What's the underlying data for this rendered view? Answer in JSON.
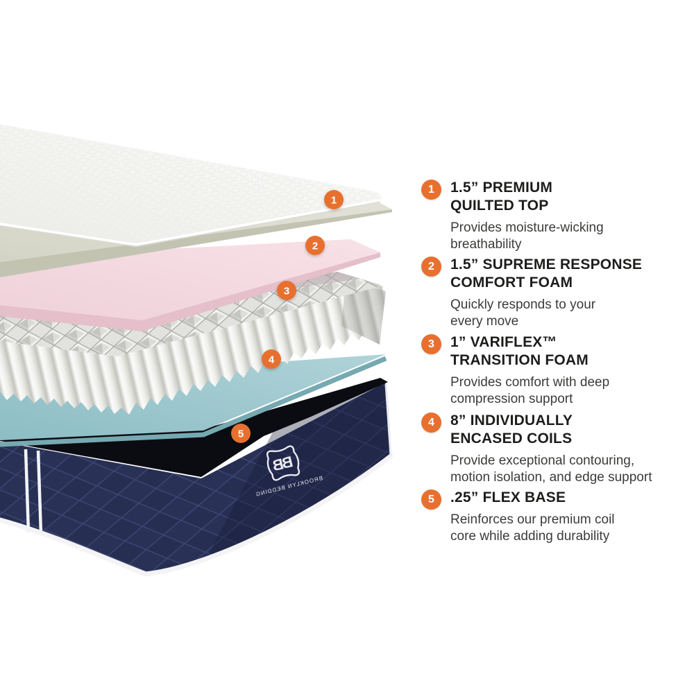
{
  "page": {
    "background_color": "#FFFFFF"
  },
  "legend": {
    "badge_color": "#E8702F",
    "items": [
      {
        "number": "1",
        "title": "1.5” PREMIUM\nQUILTED TOP",
        "description": "Provides moisture-wicking\nbreathability"
      },
      {
        "number": "2",
        "title": "1.5” SUPREME RESPONSE\nCOMFORT FOAM",
        "description": "Quickly responds to your\nevery move"
      },
      {
        "number": "3",
        "title": "1” VARIFLEX™\nTRANSITION FOAM",
        "description": "Provides comfort with deep\ncompression support"
      },
      {
        "number": "4",
        "title": "8” INDIVIDUALLY\nENCASED COILS",
        "description": "Provide exceptional contouring,\nmotion isolation, and edge support"
      },
      {
        "number": "5",
        "title": ".25” FLEX BASE",
        "description": "Reinforces our premium coil\ncore while adding durability"
      }
    ]
  },
  "mattress": {
    "layers": [
      {
        "badge": "1",
        "surface_color": "#F8F8F6"
      },
      {
        "badge": "2",
        "surface_color": "#DEDED2"
      },
      {
        "badge": "3",
        "surface_color": "#F5DBE1"
      },
      {
        "badge": "4",
        "surface_color": "#ECECE9"
      },
      {
        "badge": "5",
        "surface_color": "#9FC7CC"
      }
    ],
    "base": {
      "fabric_color": "#262E52",
      "shadow_color": "#0A0C11",
      "logo_monogram": "BB",
      "logo_brand": "BROOKLYN BEDDING"
    }
  }
}
